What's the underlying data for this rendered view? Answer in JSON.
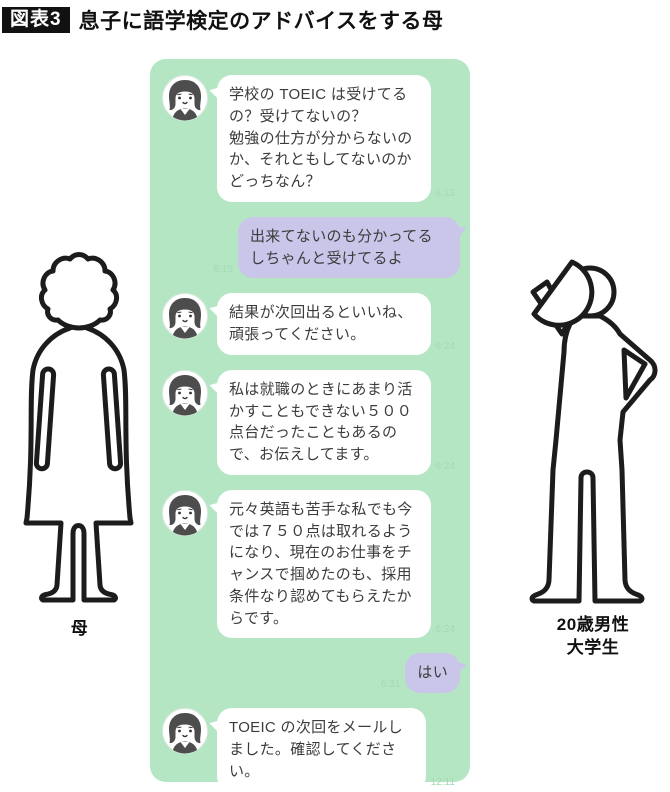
{
  "header": {
    "badge": "図表3",
    "title": "息子に語学検定のアドバイスをする母"
  },
  "chat": {
    "messages": [
      {
        "sender": "mother",
        "text": "学校の TOEIC は受けてるの？受けてないの？\n勉強の仕方が分からないのか、それともしてないのかどっちなん？",
        "time": "6:13"
      },
      {
        "sender": "son",
        "text": "出来てないのも分かってるしちゃんと受けてるよ",
        "time": "6:15"
      },
      {
        "sender": "mother",
        "text": "結果が次回出るといいね、頑張ってください。",
        "time": "6:24"
      },
      {
        "sender": "mother",
        "text": "私は就職のときにあまり活かすこともできない５００点台だったこともあるので、お伝えしてます。",
        "time": "6:24"
      },
      {
        "sender": "mother",
        "text": "元々英語も苦手な私でも今では７５０点は取れるようになり、現在のお仕事をチャンスで掴めたのも、採用条件なり認めてもらえたからです。",
        "time": "6:24"
      },
      {
        "sender": "son",
        "text": "はい",
        "time": "6:31"
      },
      {
        "sender": "mother",
        "text": "TOEIC の次回をメールしました。確認してください。",
        "time": "12:11"
      }
    ]
  },
  "figures": {
    "left_label": "母",
    "right_label": "20歳男性\n大学生"
  },
  "colors": {
    "chat_background": "#b5e6c4",
    "bubble_mother": "#ffffff",
    "bubble_son": "#c9c6ea",
    "message_text": "#3c3c3c",
    "timestamp": "#a3d9b3",
    "badge_background": "#111111",
    "badge_text": "#ffffff",
    "outline": "#1c1c1c"
  },
  "icons": {
    "avatar": "mother-avatar-icon"
  }
}
